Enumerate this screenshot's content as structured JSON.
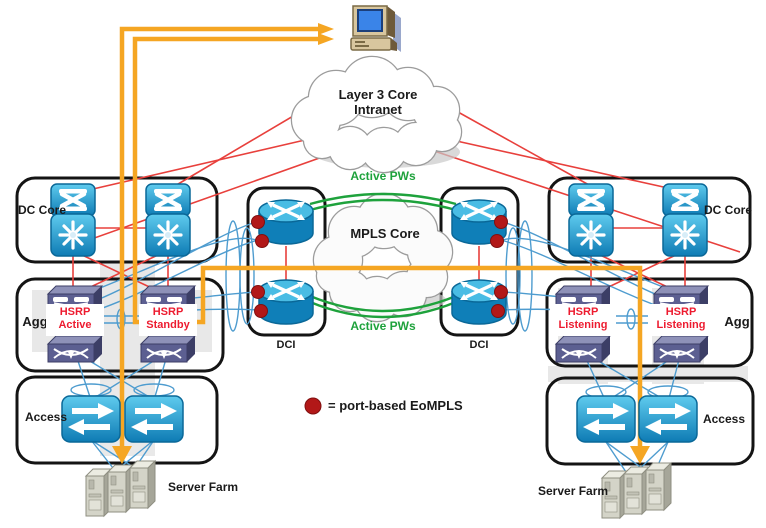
{
  "clouds": {
    "layer3": {
      "line1": "Layer 3 Core",
      "line2": "Intranet"
    },
    "mpls": {
      "label": "MPLS Core"
    }
  },
  "zones": {
    "dc_core_left": "DC Core",
    "dc_core_right": "DC Core",
    "agg_left": "Agg",
    "agg_right": "Agg",
    "access_left": "Access",
    "access_right": "Access",
    "dci_left": "DCI",
    "dci_right": "DCI"
  },
  "hsrp": {
    "left_a": {
      "line1": "HSRP",
      "line2": "Active"
    },
    "left_b": {
      "line1": "HSRP",
      "line2": "Standby"
    },
    "right_a": {
      "line1": "HSRP",
      "line2": "Listening"
    },
    "right_b": {
      "line1": "HSRP",
      "line2": "Listening"
    }
  },
  "pseudowires": {
    "top_label": "Active PWs",
    "bottom_label": "Active PWs"
  },
  "server_farms": {
    "left_label": "Server Farm",
    "right_label": "Server Farm"
  },
  "legend": {
    "text": "= port-based EoMPLS"
  },
  "icons": {
    "workstation": "client-pc",
    "dc_core_switch": "layer2-core-switch",
    "multilayer_switch": "multilayer-switch",
    "service_module": "agg-service-module",
    "firewall_module": "agg-firewall-module",
    "access_switch": "workgroup-switch",
    "dci_router": "pe-router",
    "server_tower": "server",
    "eompls_dot": "port-based-eompls-attachment"
  },
  "colors": {
    "pw_green": "#1ea23c",
    "traffic_yellow": "#f5a623",
    "routed_link_red": "#e8403c",
    "l2_link_blue": "#4e9ccf",
    "eompls_dot_red": "#b21818",
    "device_blue": "#1590c8",
    "module_purple": "#5c5f91",
    "hsrp_red": "#ed1b2f"
  }
}
